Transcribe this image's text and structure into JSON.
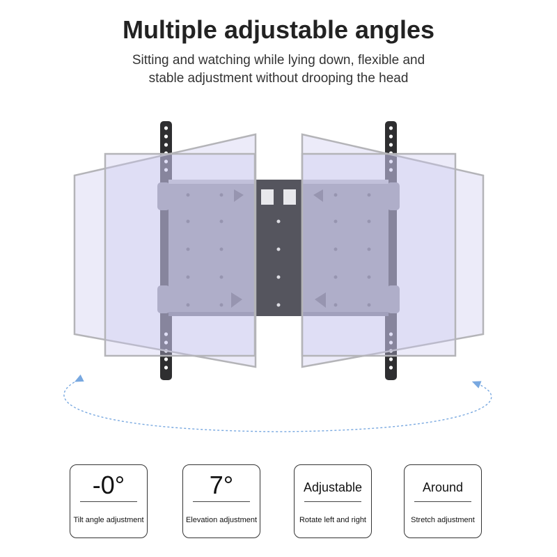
{
  "header": {
    "title": "Multiple adjustable angles",
    "subtitle_line1": "Sitting and watching while lying down, flexible and",
    "subtitle_line2": "stable adjustment without drooping the head"
  },
  "colors": {
    "title_text": "#222222",
    "panel_tint": "#c9c5ee",
    "panel_edge": "#b4b4b8",
    "bracket_plate": "#9c9ca6",
    "rail": "#2e2e30",
    "arc": "#78a8e0"
  },
  "illustration": {
    "icons": [
      "wall-rail-icon",
      "mount-plate-icon",
      "rotation-arc-icon"
    ]
  },
  "features": [
    {
      "value": "-0°",
      "caption": "Tilt angle adjustment"
    },
    {
      "value": "7°",
      "caption": "Elevation adjustment"
    },
    {
      "value": "Adjustable",
      "caption": "Rotate left and right"
    },
    {
      "value": "Around",
      "caption": "Stretch adjustment"
    }
  ]
}
